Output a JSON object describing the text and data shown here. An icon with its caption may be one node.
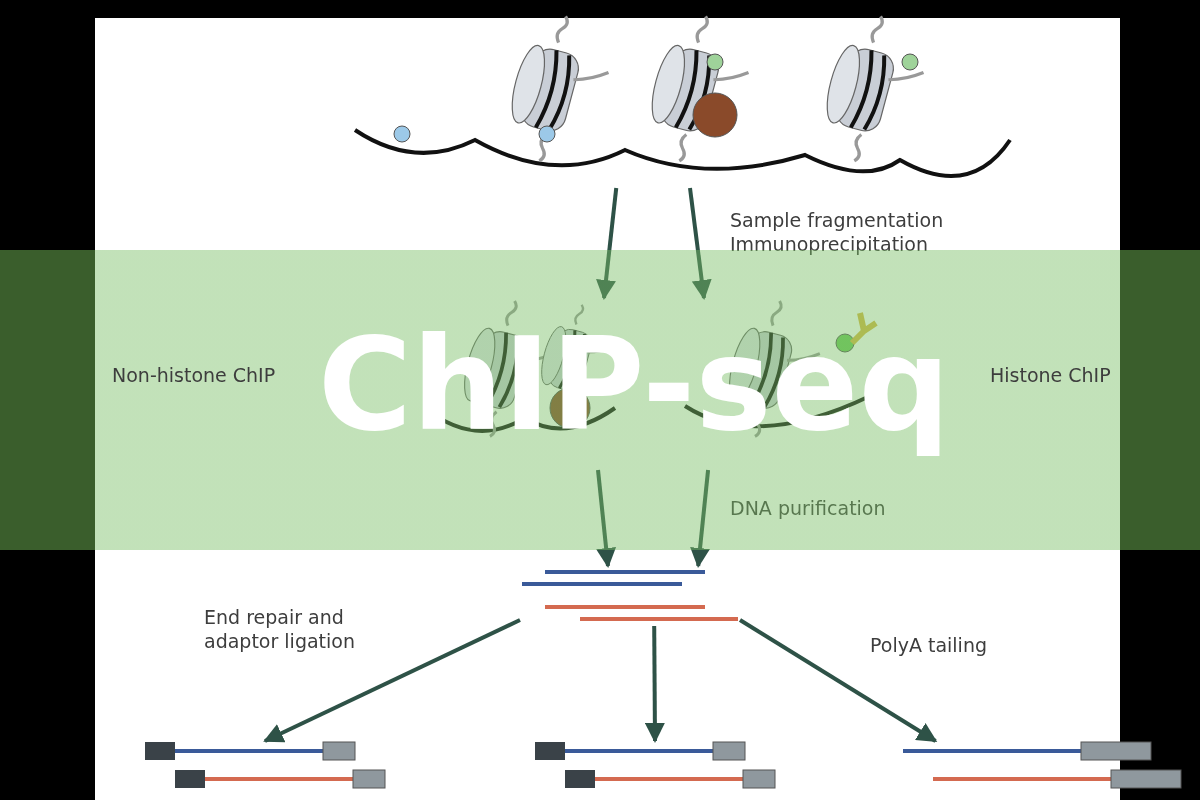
{
  "diagram": {
    "title": "ChIP-seq",
    "nodes": [
      {
        "text": [],
        "shape": "picture"
      },
      {
        "text": [],
        "shape": "picture"
      },
      {
        "text": [],
        "shape": "picture"
      },
      {
        "text": [],
        "shape": "picture"
      },
      {
        "text": [],
        "shape": "picture"
      },
      {
        "text": [],
        "shape": "picture"
      },
      {
        "text": [],
        "shape": "picture"
      }
    ],
    "edges": [
      {
        "from": 0,
        "to": 1,
        "arrow": "to"
      },
      {
        "from": 0,
        "to": 2,
        "arrow": "to",
        "label": "Sample fragmentation Immunoprecipitation"
      },
      {
        "from": 1,
        "to": 3,
        "arrow": "to"
      },
      {
        "from": 2,
        "to": 3,
        "arrow": "to",
        "label": "DNA purification"
      },
      {
        "from": 3,
        "to": 4,
        "arrow": "to",
        "label": "End repair and adaptor ligation"
      },
      {
        "from": 3,
        "to": 5,
        "arrow": "to"
      },
      {
        "from": 3,
        "to": 6,
        "arrow": "to",
        "label": "PolyA tailing"
      }
    ],
    "labels": [
      "Non-histone ChIP",
      "Histone ChIP"
    ]
  }
}
